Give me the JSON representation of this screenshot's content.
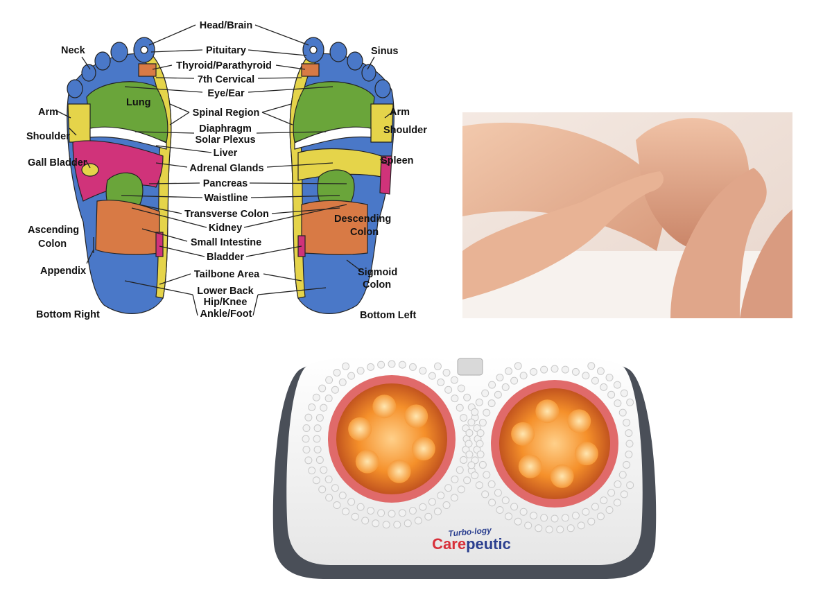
{
  "reflexology_chart": {
    "labels": {
      "head_brain": "Head/Brain",
      "pituitary": "Pituitary",
      "thyroid": "Thyroid/Parathyroid",
      "cervical": "7th Cervical",
      "eye_ear": "Eye/Ear",
      "spinal": "Spinal Region",
      "diaphragm": "Diaphragm",
      "solar": "Solar Plexus",
      "liver": "Liver",
      "adrenal": "Adrenal Glands",
      "pancreas": "Pancreas",
      "waistline": "Waistline",
      "transverse": "Transverse Colon",
      "kidney": "Kidney",
      "small_intestine": "Small Intestine",
      "bladder": "Bladder",
      "tailbone": "Tailbone Area",
      "lower_back": "Lower Back",
      "hip_knee": "Hip/Knee",
      "ankle_foot": "Ankle/Foot",
      "neck": "Neck",
      "sinus": "Sinus",
      "lung": "Lung",
      "arm_left": "Arm",
      "arm_right": "Arm",
      "shoulder_left": "Shoulder",
      "shoulder_right": "Shoulder",
      "gall_bladder": "Gall Bladder",
      "spleen": "Spleen",
      "ascending_1": "Ascending",
      "ascending_2": "Colon",
      "descending_1": "Descending",
      "descending_2": "Colon",
      "appendix": "Appendix",
      "sigmoid_1": "Sigmoid",
      "sigmoid_2": "Colon",
      "bottom_right": "Bottom Right",
      "bottom_left": "Bottom Left"
    },
    "colors": {
      "blue": "#4a78c8",
      "green": "#6aa53a",
      "yellow": "#e5d44a",
      "magenta": "#d0337a",
      "orange": "#d87a45"
    }
  },
  "massager": {
    "brand_prefix": "Care",
    "brand_suffix": "peutic",
    "tagline": "Turbo-logy",
    "colors": {
      "brand_red": "#d8303a",
      "brand_blue": "#2b3f8f",
      "glow": "#f08a2a",
      "ring": "#e06a6a",
      "base": "#4a4f58"
    }
  }
}
